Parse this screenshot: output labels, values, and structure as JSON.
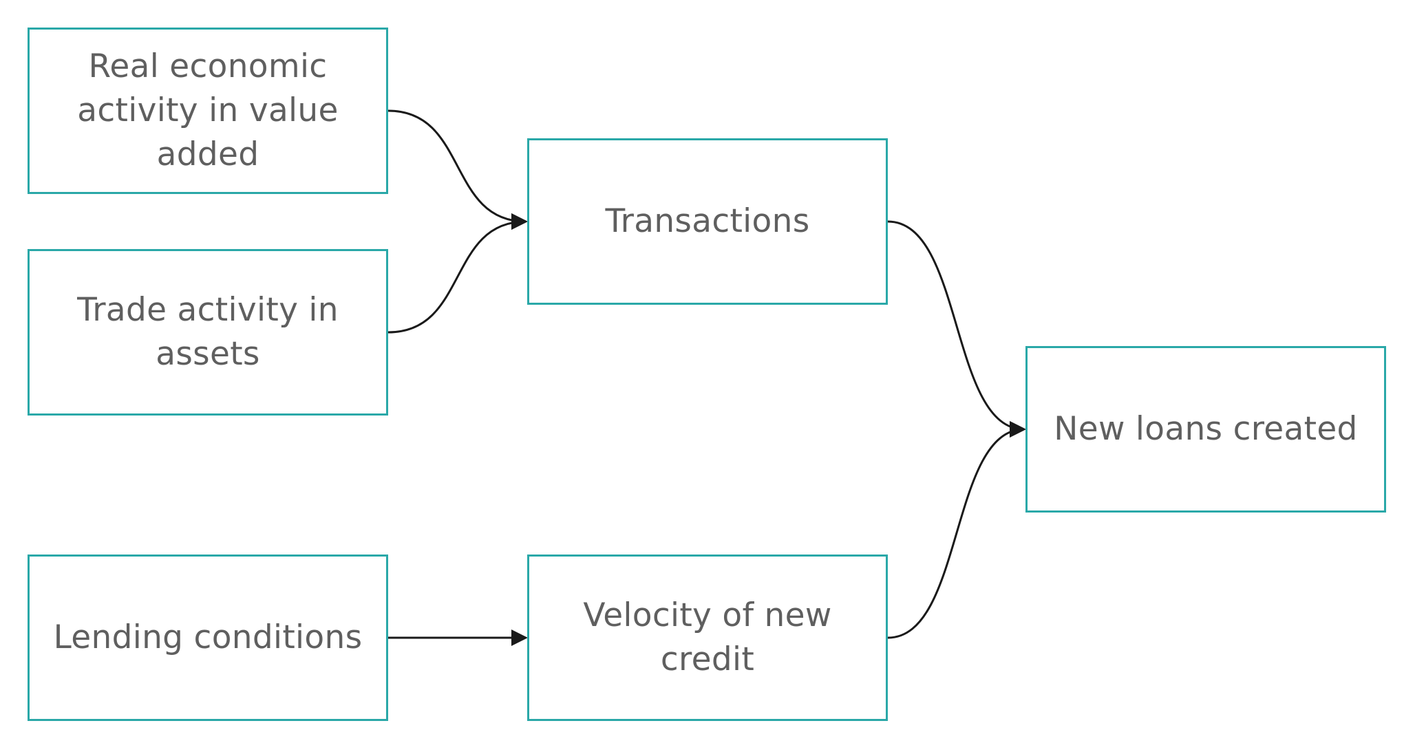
{
  "diagram": {
    "nodes": {
      "real_activity": {
        "label": "Real economic activity in value added"
      },
      "trade_activity": {
        "label": "Trade activity in assets"
      },
      "lending_conditions": {
        "label": "Lending conditions"
      },
      "transactions": {
        "label": "Transactions"
      },
      "velocity": {
        "label": "Velocity of new credit"
      },
      "new_loans": {
        "label": "New loans created"
      }
    },
    "edges": [
      {
        "from": "real_activity",
        "to": "transactions"
      },
      {
        "from": "trade_activity",
        "to": "transactions"
      },
      {
        "from": "lending_conditions",
        "to": "velocity"
      },
      {
        "from": "transactions",
        "to": "new_loans"
      },
      {
        "from": "velocity",
        "to": "new_loans"
      }
    ],
    "colors": {
      "node_border": "#2aa8a8",
      "node_text": "#5f5f5f",
      "edge": "#1a1a1a"
    }
  }
}
